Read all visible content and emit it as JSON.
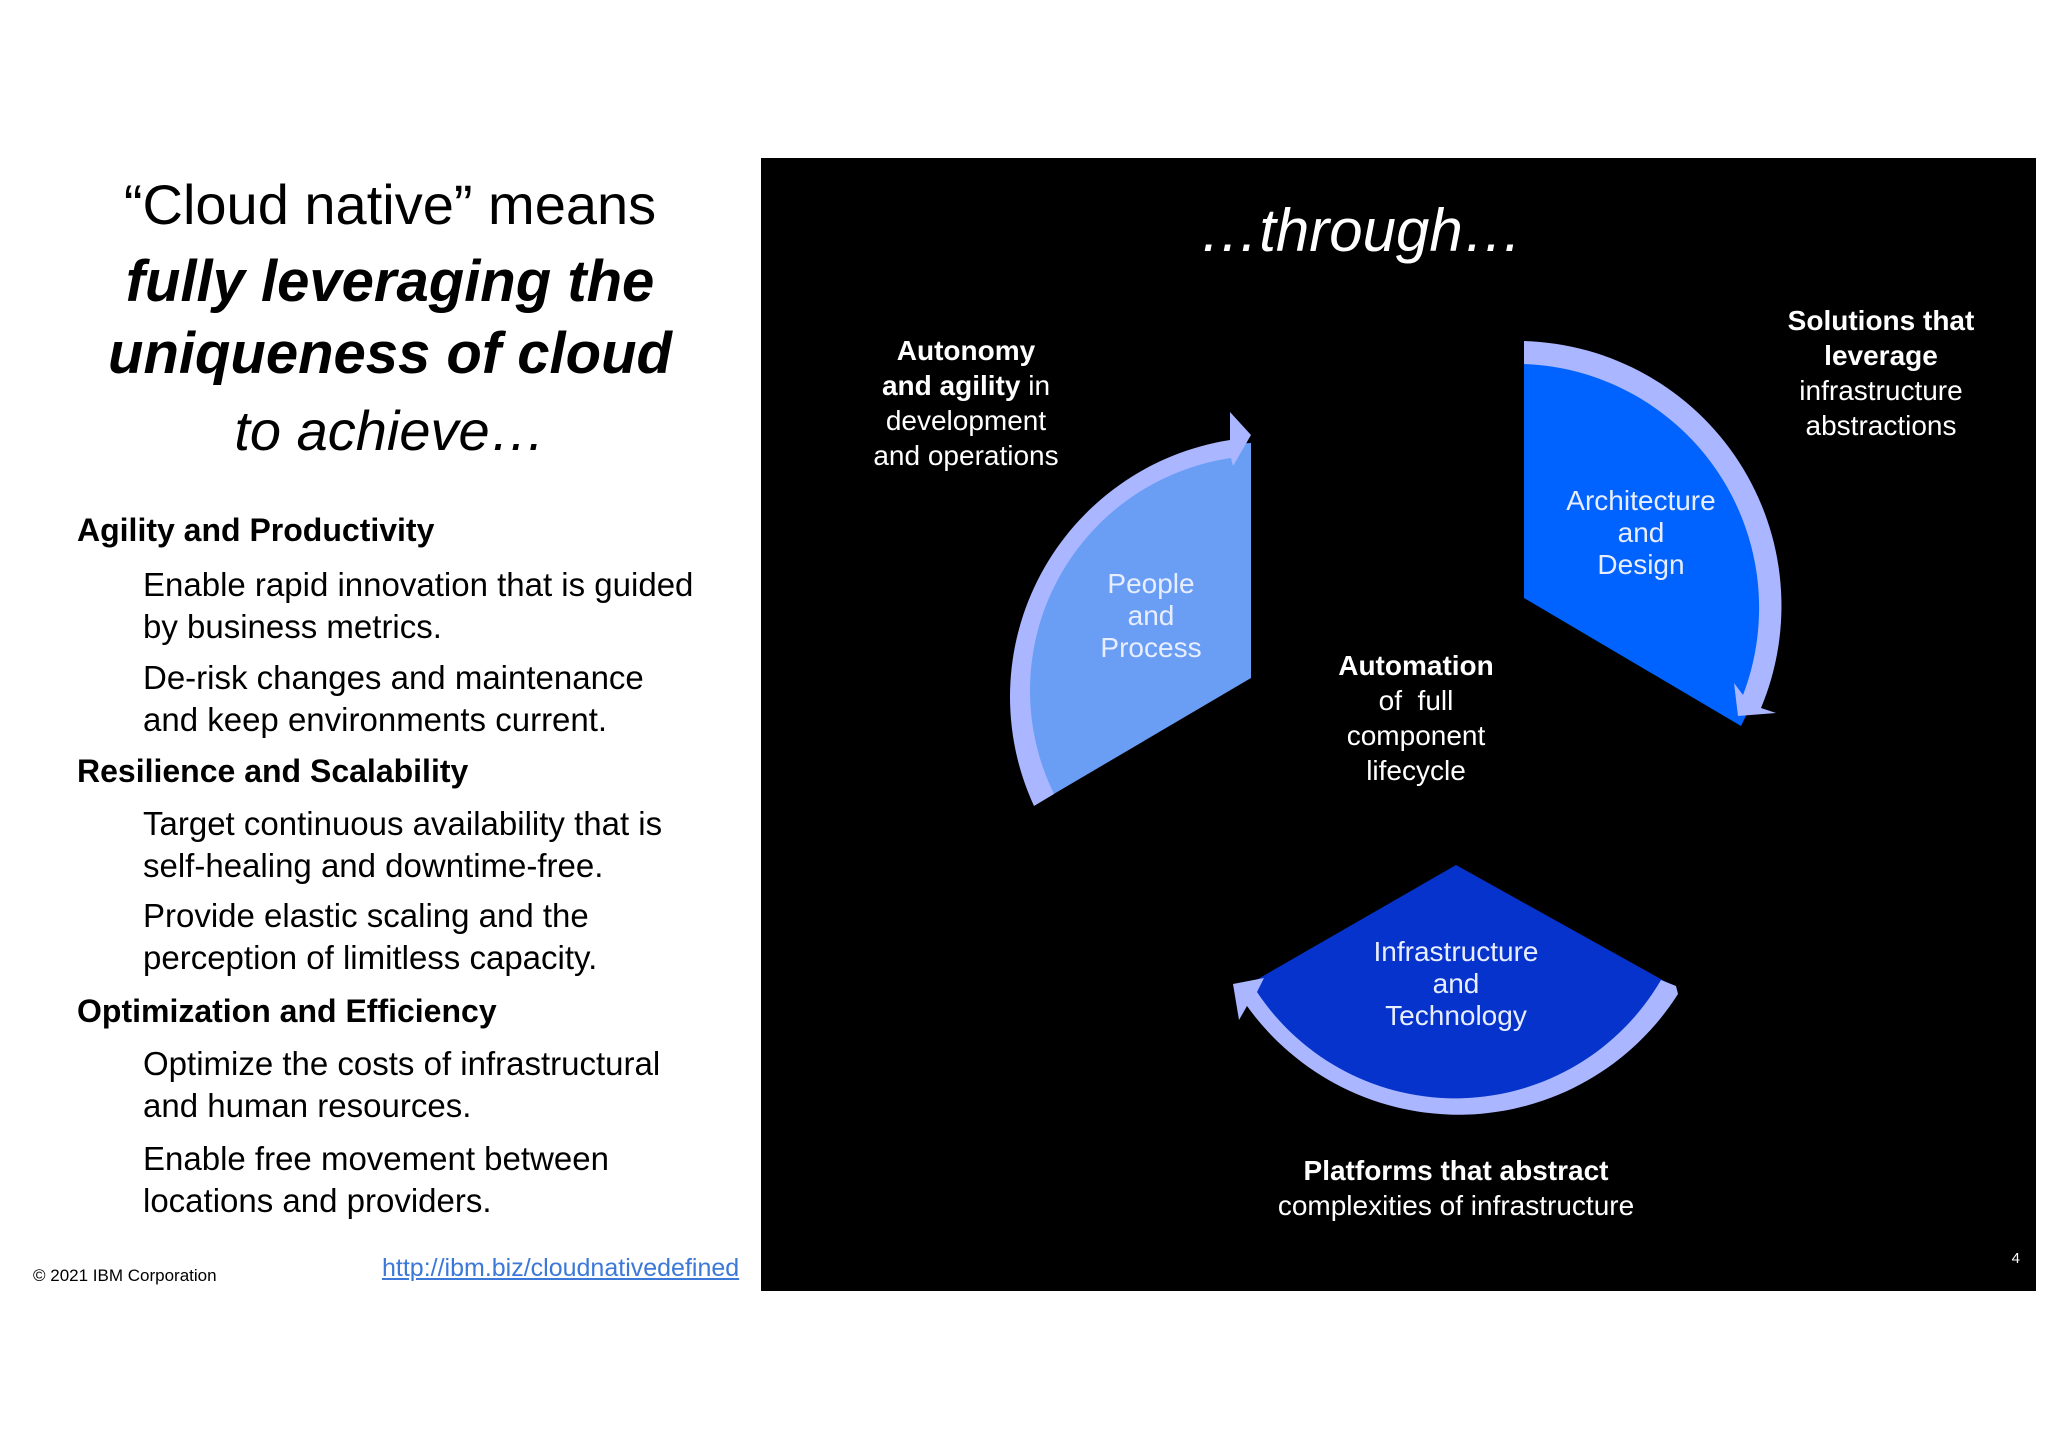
{
  "title": {
    "line1": "“Cloud native” means",
    "line2": "fully leveraging the",
    "line3": "uniqueness of cloud",
    "line4": "to achieve…"
  },
  "sections": [
    {
      "heading": "Agility and Productivity",
      "bullets": [
        [
          "Enable rapid innovation that is guided",
          "by business metrics."
        ],
        [
          "De-risk changes and maintenance",
          "and keep environments current."
        ]
      ]
    },
    {
      "heading": "Resilience and Scalability",
      "bullets": [
        [
          "Target continuous availability that is",
          "self-healing and downtime-free."
        ],
        [
          "Provide elastic scaling and the",
          "perception of limitless capacity."
        ]
      ]
    },
    {
      "heading": "Optimization and Efficiency",
      "bullets": [
        [
          "Optimize the costs of infrastructural",
          "and human resources."
        ],
        [
          "Enable free movement between",
          "locations and providers."
        ]
      ]
    }
  ],
  "footer": {
    "copyright": "© 2021 IBM Corporation",
    "link": "http://ibm.biz/cloudnativedefined"
  },
  "diagram": {
    "heading": "…through…",
    "autonomy": {
      "bold1": "Autonomy",
      "bold2": "and agility",
      "rest2": " in",
      "line3": "development",
      "line4": "and operations"
    },
    "solutions": {
      "bold1": "Solutions that",
      "bold2": "leverage",
      "line3": "infrastructure",
      "line4": "abstractions"
    },
    "automation": {
      "bold1": "Automation",
      "line2": "of  full",
      "line3": "component",
      "line4": "lifecycle"
    },
    "platforms": {
      "bold1": "Platforms that abstract",
      "line2": "complexities of infrastructure"
    },
    "wedges": {
      "people": [
        "People",
        "and",
        "Process"
      ],
      "architecture": [
        "Architecture",
        "and",
        "Design"
      ],
      "infrastructure": [
        "Infrastructure",
        "and",
        "Technology"
      ]
    },
    "colors": {
      "people": "#6a9ef5",
      "architecture": "#0062ff",
      "infrastructure": "#0533cc",
      "arrow": "#aab6ff"
    },
    "slide_number": "4"
  }
}
